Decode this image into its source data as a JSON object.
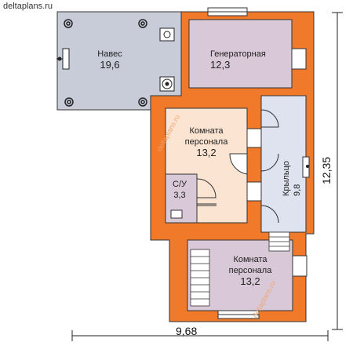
{
  "site": "deltaplans.ru",
  "rooms": {
    "naves": {
      "name": "Навес",
      "area": "19,6"
    },
    "generator": {
      "name": "Генераторная",
      "area": "12,3"
    },
    "staff1": {
      "line1": "Комната",
      "line2": "персонала",
      "area": "13,2"
    },
    "wc": {
      "name": "С/У",
      "area": "3,3"
    },
    "porch": {
      "name": "Крыльцо",
      "area": "9,8"
    },
    "staff2": {
      "line1": "Комната",
      "line2": "персонала",
      "area": "13,2"
    }
  },
  "dimensions": {
    "width": "9,68",
    "height": "12,35"
  },
  "watermark": "deltaplans.ru",
  "colors": {
    "wall": "#f07a2a",
    "naves": "#c8ccd9",
    "generator": "#d9c8d8",
    "staff": "#fbe4d2",
    "porch": "#dfe3f0",
    "line": "#222222"
  }
}
